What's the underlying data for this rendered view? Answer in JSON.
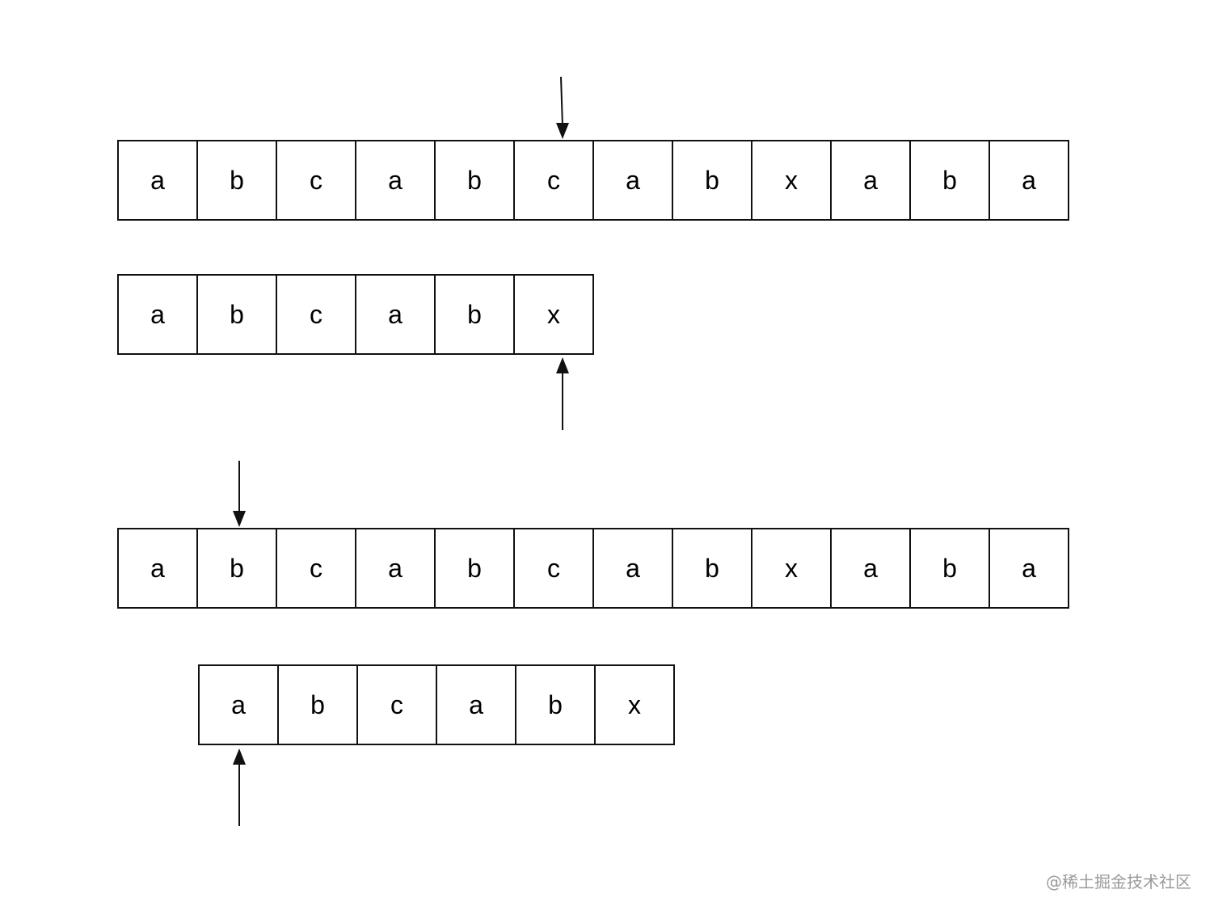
{
  "main_string": [
    "a",
    "b",
    "c",
    "a",
    "b",
    "c",
    "a",
    "b",
    "x",
    "a",
    "b",
    "a"
  ],
  "pattern": [
    "a",
    "b",
    "c",
    "a",
    "b",
    "x"
  ],
  "watermark": "@稀土掘金技术社区"
}
